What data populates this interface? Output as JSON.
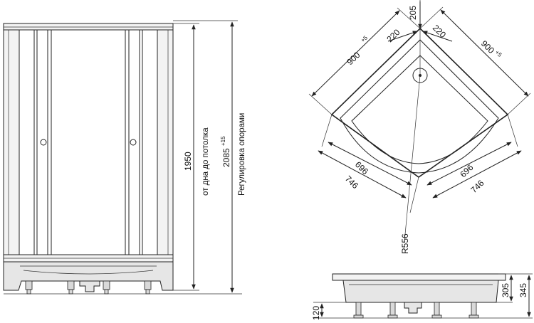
{
  "cabin_view": {
    "dim_height_1950": "1950",
    "label_floor_to_ceiling": "от дна до потолка",
    "dim_total_2085": "2085",
    "dim_total_tolerance": "+15",
    "label_leg_adjust": "Регулировка опорами"
  },
  "top_view": {
    "dim_900_left": "900",
    "dim_900_left_tol": "+5",
    "dim_900_right": "900",
    "dim_900_right_tol": "+5",
    "dim_220_left": "220",
    "dim_220_right": "220",
    "dim_205": "205",
    "dim_696_left": "696",
    "dim_746_left": "746",
    "dim_696_right": "696",
    "dim_746_right": "746",
    "dim_radius": "R556"
  },
  "tray_view": {
    "dim_305": "305",
    "dim_345": "345",
    "dim_120": "120"
  }
}
